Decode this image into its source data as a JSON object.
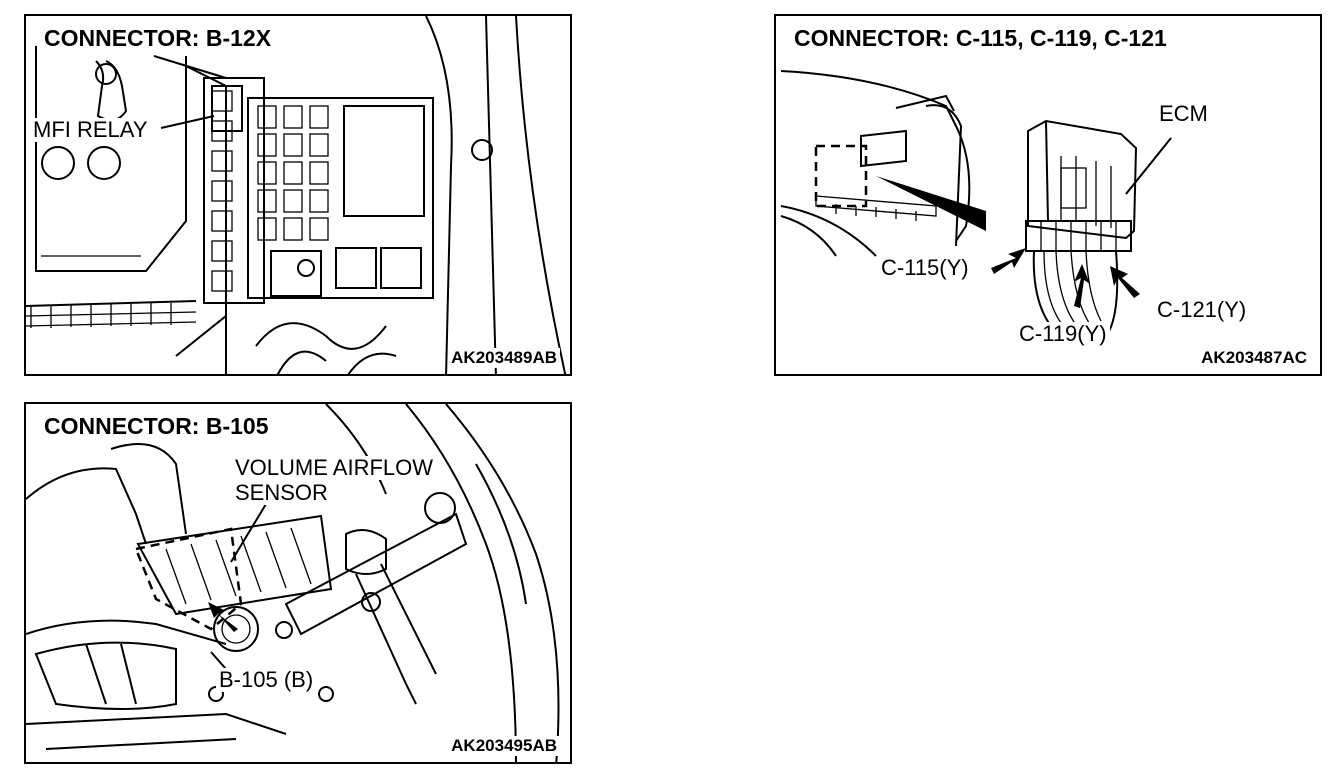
{
  "panels": {
    "b12x": {
      "title": "CONNECTOR: B-12X",
      "label_mfi": "MFI RELAY",
      "code": "AK203489AB"
    },
    "ecm": {
      "title": "CONNECTOR: C-115, C-119, C-121",
      "label_ecm": "ECM",
      "label_c115": "C-115(Y)",
      "label_c119": "C-119(Y)",
      "label_c121": "C-121(Y)",
      "code": "AK203487AC"
    },
    "b105": {
      "title": "CONNECTOR: B-105",
      "label_vas_line1": "VOLUME AIRFLOW",
      "label_vas_line2": "SENSOR",
      "label_b105": "B-105 (B)",
      "code": "AK203495AB"
    }
  }
}
